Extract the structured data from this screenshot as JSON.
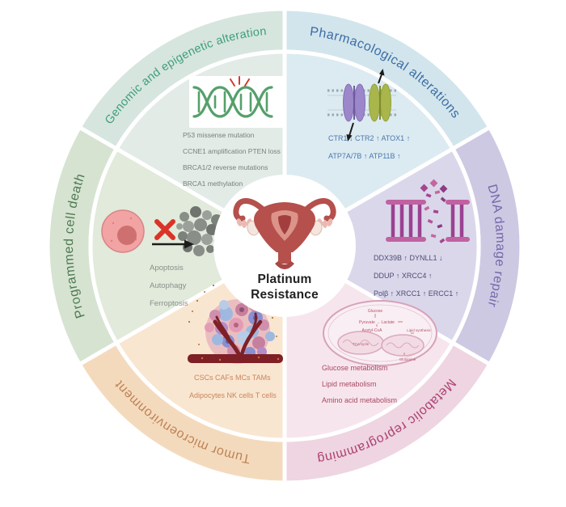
{
  "center": {
    "label_line1": "Platinum",
    "label_line2": "Resistance",
    "bg_color": "#ffffff"
  },
  "sectors": {
    "genomic": {
      "title": "Genomic and epigenetic alteration",
      "title_color": "#3d9e7c",
      "band_color": "#d7e5df",
      "fill_color": "#e2ebe6",
      "text_color": "#7b7f7b",
      "items": [
        "P53 missense mutation",
        "CCNE1 amplification PTEN loss",
        "BRCA1/2 reverse mutations",
        "BRCA1 methylation"
      ]
    },
    "pharmacological": {
      "title": "Pharmacological alterations",
      "title_color": "#3b6da6",
      "band_color": "#d2e5ec",
      "fill_color": "#dcebf1",
      "text_color": "#4a77ae",
      "items": [
        "CTR1 ↓   CTR2 ↑   ATOX1 ↑",
        "ATP7A/7B ↑   ATP11B ↑"
      ]
    },
    "dna_repair": {
      "title": "DNA damage repair",
      "title_color": "#7668a8",
      "band_color": "#cdc9e3",
      "fill_color": "#dbd7eb",
      "text_color": "#4c4c74",
      "items": [
        "DDX39B ↑    DYNLL1 ↓",
        "DDUP ↑    XRCC4 ↑",
        "Polβ ↑   XRCC1 ↑   ERCC1 ↑"
      ]
    },
    "metabolic": {
      "title": "Metabolic reprogramming",
      "title_color": "#ae4173",
      "band_color": "#eed5e1",
      "fill_color": "#f7e5ed",
      "text_color": "#a84a63",
      "items": [
        "Glucose metabolism",
        "Lipid metabolism",
        "Amino acid metabolism"
      ],
      "diagram_labels": [
        "Glucose",
        "Pyruvate → Lactate",
        "Acetyl-CoA",
        "TCA cycle",
        "Lipid synthesis",
        "Glutamine"
      ]
    },
    "tumor_microenvironment": {
      "title": "Tumor microenvironment",
      "title_color": "#bd8355",
      "band_color": "#f4dabd",
      "fill_color": "#f9e6d1",
      "text_color": "#c9845c",
      "items": [
        "CSCs  CAFs  MCs  TAMs",
        "Adipocytes  NK cells  T cells"
      ]
    },
    "programmed_cell_death": {
      "title": "Programmed cell death",
      "title_color": "#4e7a52",
      "band_color": "#d6e3d1",
      "fill_color": "#e1eadb",
      "text_color": "#8a8e8a",
      "items": [
        "Apoptosis",
        "Autophagy",
        "Ferroptosis"
      ]
    }
  }
}
